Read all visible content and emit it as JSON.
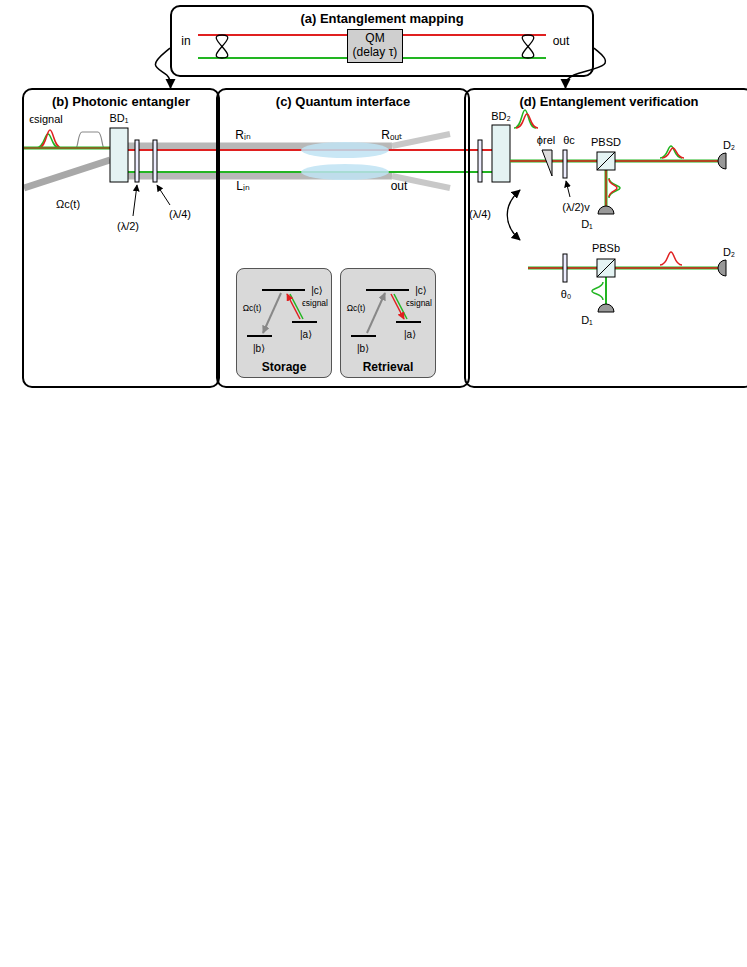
{
  "diagram": {
    "nodes": [
      {
        "text": [
          "(a) Entanglement mapping"
        ]
      },
      {
        "text": [
          "QM (delay τ)"
        ],
        "in": 0
      },
      {
        "text": [
          "(b) Photonic entangler"
        ]
      },
      {
        "text": [
          "(c) Quantum interface"
        ]
      },
      {
        "text": [
          "Storage"
        ],
        "in": 3
      },
      {
        "text": [
          "Retrieval"
        ],
        "in": 3
      },
      {
        "text": [
          "(d) Entanglement verification"
        ]
      }
    ],
    "edges": [
      {
        "from": 0,
        "to": 2,
        "arrow": "to"
      },
      {
        "from": 0,
        "to": 6,
        "arrow": "to"
      }
    ],
    "labels": [
      "in",
      "out",
      "ϵsignal",
      "BD₁",
      "Ωc(t)",
      "(λ/2)",
      "(λ/4)",
      "Rᵢₙ",
      "Lᵢₙ",
      "Rₒᵤₜ",
      "out",
      "|c⟩",
      "|b⟩",
      "|a⟩",
      "Ωc(t)",
      "ϵsignal",
      "|c⟩",
      "|b⟩",
      "|a⟩",
      "Ωc(t)",
      "ϵsignal",
      "BD₂",
      "(λ/4)",
      "ϕrel",
      "θc",
      "PBSD",
      "D₂",
      "D₁",
      "(λ/2)v",
      "θ₀",
      "PBSb",
      "D₂",
      "D₁"
    ]
  }
}
